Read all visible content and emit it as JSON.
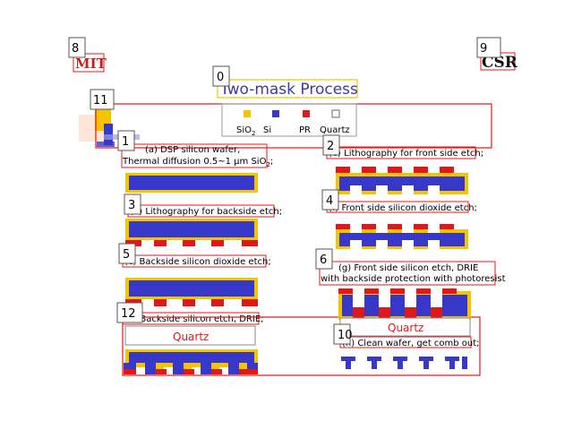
{
  "title": "Two-mask Process",
  "logos": {
    "left": "MIT",
    "right": "CSR"
  },
  "legend": [
    {
      "label": "SiO",
      "sub": "2",
      "color": "#f5c400"
    },
    {
      "label": "Si",
      "color": "#3838c8"
    },
    {
      "label": "PR",
      "color": "#e01818"
    },
    {
      "label": "Quartz",
      "color": "#ffffff"
    }
  ],
  "steps": {
    "a_line1": "(a)  DSP silicon wafer,",
    "a_line2_pre": "Thermal diffusion 0.5~1 ",
    "a_line2_unit": "μm SiO",
    "a_line2_sub": "2",
    "a_line2_post": ";",
    "b": "(b) Lithography for backside etch;",
    "c": "(c) Backside silicon dioxide etch;",
    "d": "(d) Backside silicon etch, DRIE;",
    "e": "(e) Lithography for front side etch;",
    "f": "(f) Front side silicon dioxide etch;",
    "g_line1": "(g) Front side silicon etch, DRIE",
    "g_line2": "with backside protection with photoresist",
    "h": "(h) Clean wafer, get comb out;"
  },
  "quartz_label": "Quartz",
  "region_tags": [
    "0",
    "1",
    "2",
    "3",
    "4",
    "5",
    "6",
    "8",
    "9",
    "10",
    "11",
    "12"
  ],
  "colors": {
    "sio2": "#f5c400",
    "si": "#3838c8",
    "pr": "#e01818",
    "box": "#e01818"
  }
}
